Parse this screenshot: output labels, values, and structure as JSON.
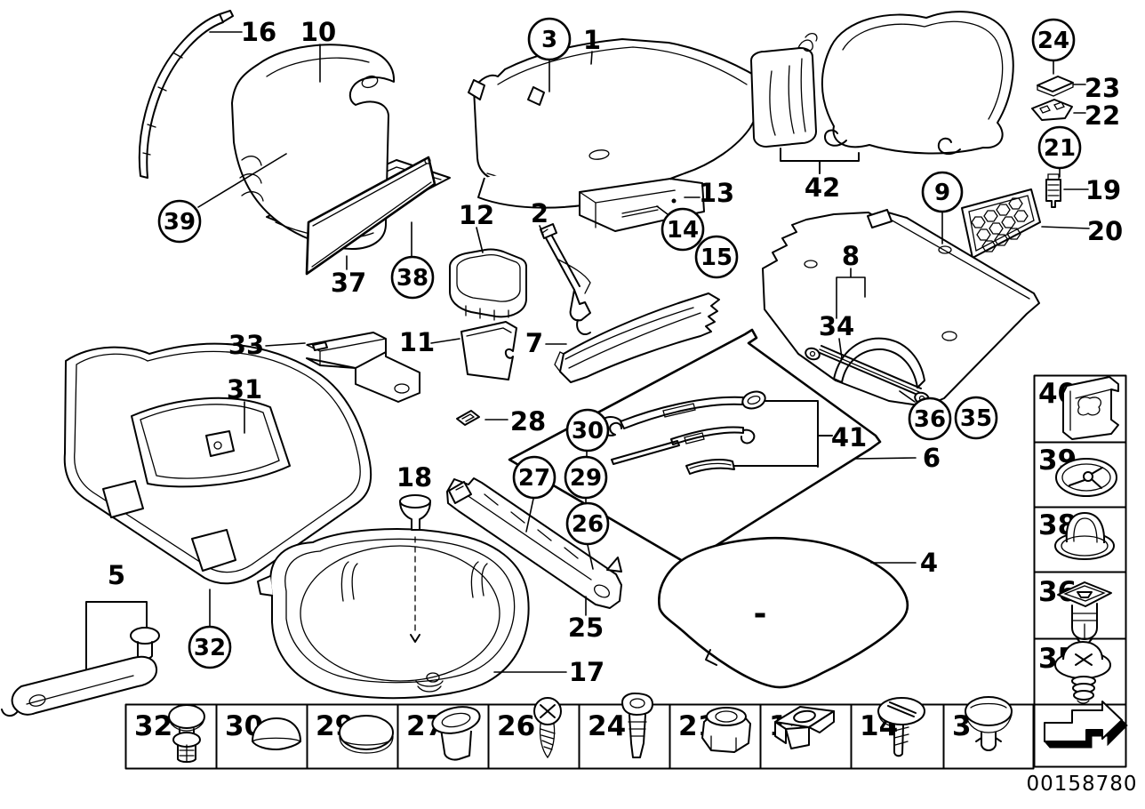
{
  "doc_number": "00158780",
  "colors": {
    "line": "#000000",
    "background": "#ffffff"
  },
  "callouts": {
    "1": "1",
    "2": "2",
    "3": "3",
    "4": "4",
    "5": "5",
    "6": "6",
    "7": "7",
    "8": "8",
    "9": "9",
    "10": "10",
    "11": "11",
    "12": "12",
    "13": "13",
    "14": "14",
    "15": "15",
    "16": "16",
    "17": "17",
    "18": "18",
    "19": "19",
    "20": "20",
    "21": "21",
    "22": "22",
    "23": "23",
    "24": "24",
    "25": "25",
    "26": "26",
    "27": "27",
    "28": "28",
    "29": "29",
    "30": "30",
    "31": "31",
    "32": "32",
    "33": "33",
    "34": "34",
    "35": "35",
    "36": "36",
    "37": "37",
    "38": "38",
    "39": "39",
    "41": "41",
    "42": "42"
  },
  "sidebar": {
    "items": [
      {
        "label": "40",
        "icon": "retaining-bracket-icon"
      },
      {
        "label": "39",
        "icon": "washer-clip-icon"
      },
      {
        "label": "38",
        "icon": "grommet-clip-icon"
      },
      {
        "label": "36",
        "icon": "expansion-rivet-icon"
      },
      {
        "label": "35",
        "icon": "phillips-screw-icon"
      }
    ],
    "arrow_icon": "page-forward-arrow-icon"
  },
  "legend": {
    "items": [
      {
        "label": "32",
        "icon": "blind-rivet-icon"
      },
      {
        "label": "30",
        "icon": "cover-cap-icon"
      },
      {
        "label": "29",
        "icon": "blanking-plug-icon"
      },
      {
        "label": "27",
        "icon": "oval-grommet-icon"
      },
      {
        "label": "26",
        "icon": "phillips-screw-icon"
      },
      {
        "label": "24",
        "icon": "torx-screw-icon"
      },
      {
        "label": "21",
        "icon": "lock-nut-icon"
      },
      {
        "label": "15",
        "icon": "cage-nut-icon"
      },
      {
        "label": "14",
        "icon": "slotted-screw-icon"
      },
      {
        "label": "3",
        "icon": "expanding-rivet-icon"
      }
    ]
  }
}
